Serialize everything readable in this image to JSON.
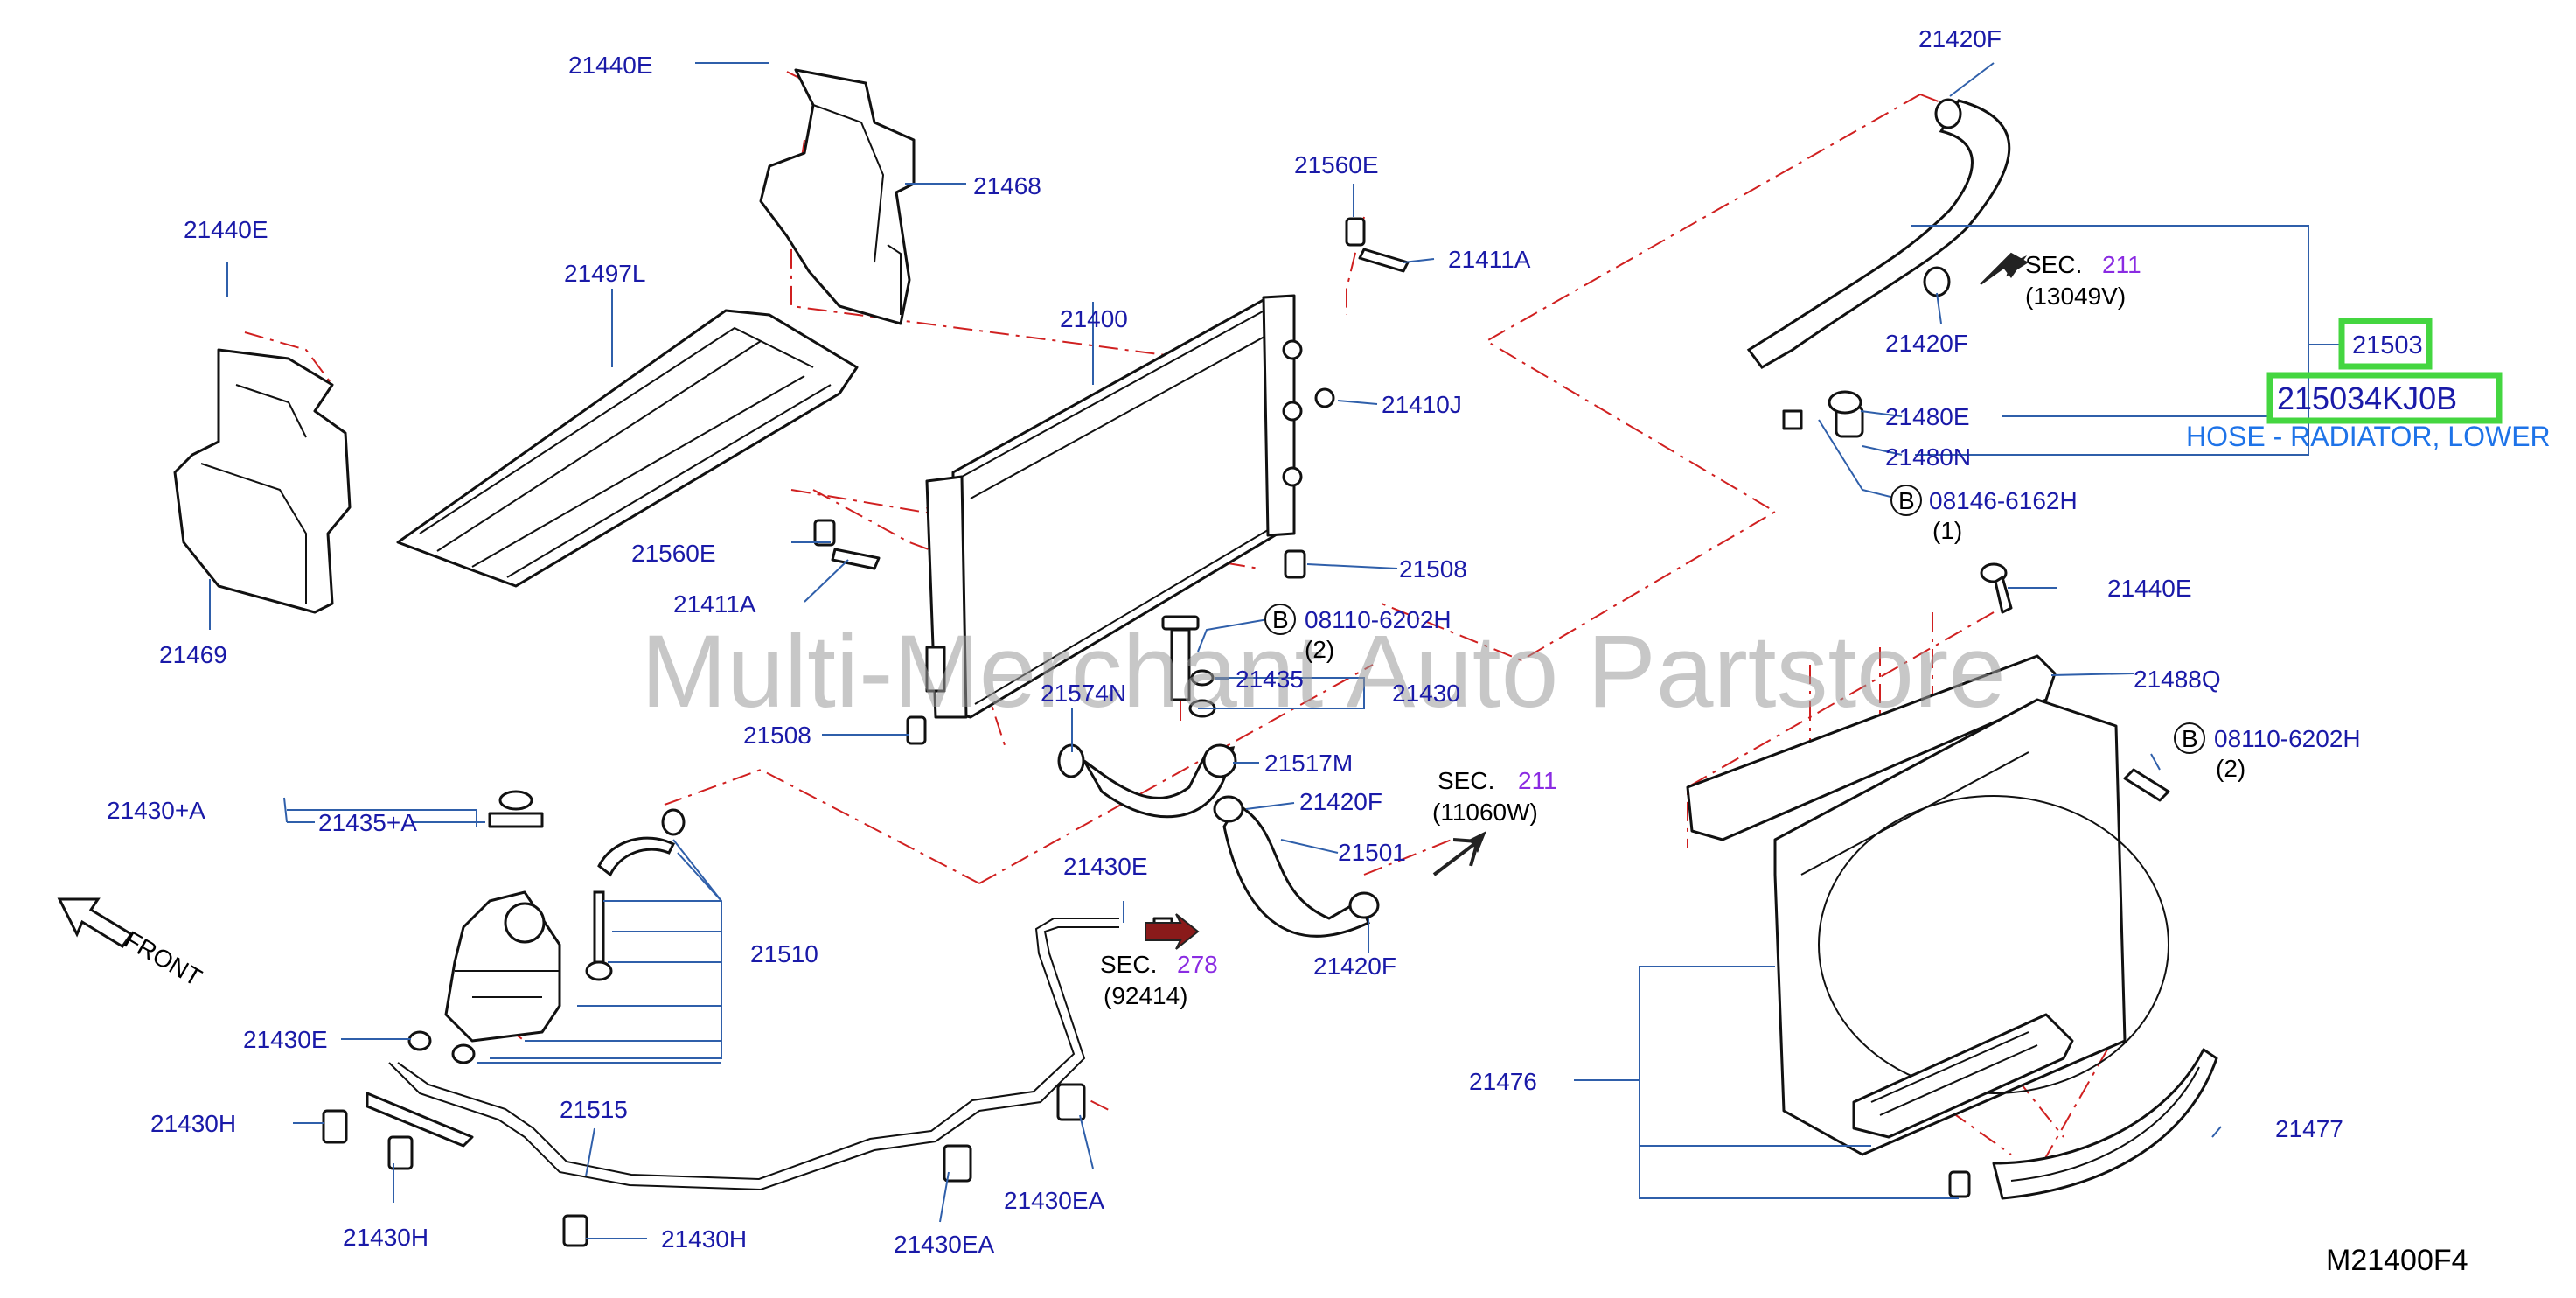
{
  "parts": {
    "p21440E_top": "21440E",
    "p21468": "21468",
    "p21440E_left": "21440E",
    "p21497L": "21497L",
    "p21469": "21469",
    "p21560E_top": "21560E",
    "p21411A_top": "21411A",
    "p21400": "21400",
    "p21410J": "21410J",
    "p21560E_mid": "21560E",
    "p21411A_mid": "21411A",
    "p21508_right": "21508",
    "p21508_left": "21508",
    "p21574N": "21574N",
    "p21435": "21435",
    "p21430": "21430",
    "p21517M": "21517M",
    "p21420F_mid": "21420F",
    "p21501": "21501",
    "p21420F_low": "21420F",
    "p21430A": "21430+A",
    "p21435A": "21435+A",
    "p21510": "21510",
    "p21430E_left": "21430E",
    "p21430E_mid": "21430E",
    "p21430H_a": "21430H",
    "p21430H_b": "21430H",
    "p21430H_c": "21430H",
    "p21515": "21515",
    "p21430EA_a": "21430EA",
    "p21430EA_b": "21430EA",
    "p21420F_top": "21420F",
    "p21420F_upper": "21420F",
    "p21480E": "21480E",
    "p21480N": "21480N",
    "p21440E_right": "21440E",
    "p21488Q": "21488Q",
    "p21476": "21476",
    "p21477": "21477"
  },
  "bolts": {
    "b1_code": "08146-6162H",
    "b1_qty": "(1)",
    "b2_code": "08110-6202H",
    "b2_qty": "(2)",
    "b3_code": "08110-6202H",
    "b3_qty": "(2)",
    "badge_letter": "B"
  },
  "sections": {
    "s1_label": "SEC.",
    "s1_num": "211",
    "s1_ref": "(13049V)",
    "s2_label": "SEC.",
    "s2_num": "211",
    "s2_ref": "(11060W)",
    "s3_label": "SEC.",
    "s3_num": "278",
    "s3_ref": "(92414)"
  },
  "highlight": {
    "part_number": "21503",
    "oem_number": "215034KJ0B",
    "description": "HOSE - RADIATOR, LOWER",
    "color": "#44d640"
  },
  "front_label": "FRONT",
  "watermark": "Multi-Merchant Auto Partstore",
  "diagram_code": "M21400F4"
}
